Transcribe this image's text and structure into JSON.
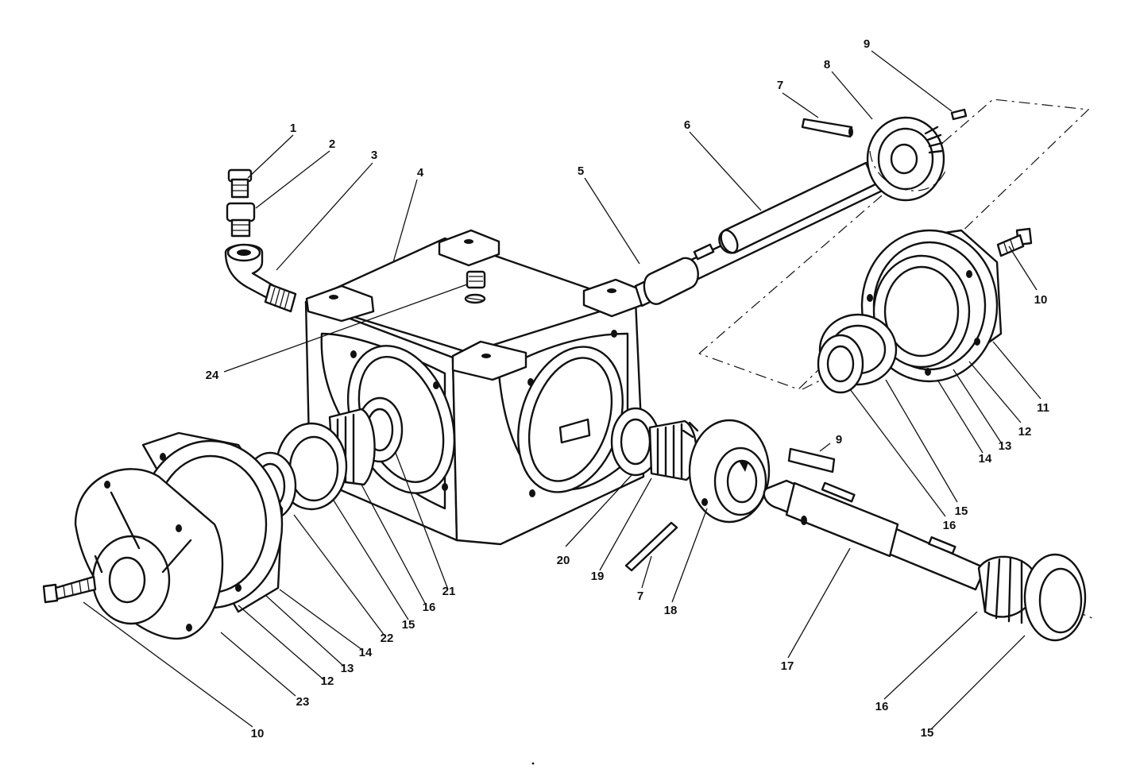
{
  "callouts": [
    {
      "id": "c1",
      "label": "1"
    },
    {
      "id": "c2",
      "label": "2"
    },
    {
      "id": "c3",
      "label": "3"
    },
    {
      "id": "c4",
      "label": "4"
    },
    {
      "id": "c5",
      "label": "5"
    },
    {
      "id": "c6",
      "label": "6"
    },
    {
      "id": "c7a",
      "label": "7"
    },
    {
      "id": "c8",
      "label": "8"
    },
    {
      "id": "c9a",
      "label": "9"
    },
    {
      "id": "c10a",
      "label": "10"
    },
    {
      "id": "c11",
      "label": "11"
    },
    {
      "id": "c12a",
      "label": "12"
    },
    {
      "id": "c13a",
      "label": "13"
    },
    {
      "id": "c14a",
      "label": "14"
    },
    {
      "id": "c15a",
      "label": "15"
    },
    {
      "id": "c16a",
      "label": "16"
    },
    {
      "id": "c9b",
      "label": "9"
    },
    {
      "id": "c20",
      "label": "20"
    },
    {
      "id": "c19",
      "label": "19"
    },
    {
      "id": "c7b",
      "label": "7"
    },
    {
      "id": "c18",
      "label": "18"
    },
    {
      "id": "c17",
      "label": "17"
    },
    {
      "id": "c16c",
      "label": "16"
    },
    {
      "id": "c15c",
      "label": "15"
    },
    {
      "id": "c24",
      "label": "24"
    },
    {
      "id": "c22",
      "label": "22"
    },
    {
      "id": "c15b",
      "label": "15"
    },
    {
      "id": "c16b",
      "label": "16"
    },
    {
      "id": "c21",
      "label": "21"
    },
    {
      "id": "c14b",
      "label": "14"
    },
    {
      "id": "c13b",
      "label": "13"
    },
    {
      "id": "c12b",
      "label": "12"
    },
    {
      "id": "c23",
      "label": "23"
    },
    {
      "id": "c10b",
      "label": "10"
    }
  ]
}
